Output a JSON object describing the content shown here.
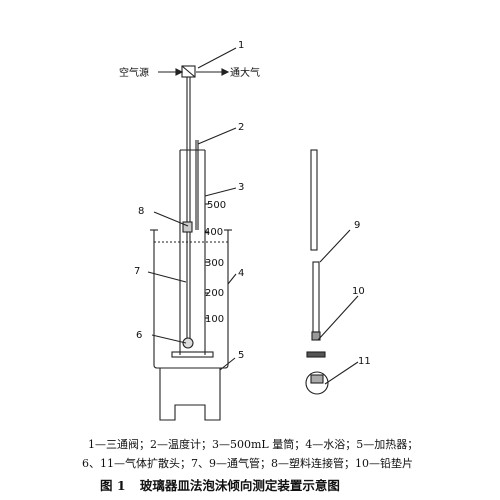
{
  "diagram": {
    "callouts": [
      "1",
      "2",
      "3",
      "4",
      "5",
      "6",
      "7",
      "8",
      "9",
      "10",
      "11"
    ],
    "scale_marks": [
      "500",
      "400",
      "300",
      "200",
      "100"
    ],
    "left_label": "空气源",
    "right_label": "通大气"
  },
  "legend": {
    "line1": "1—三通阀；2—温度计；3—500mL 量筒；4—水浴；5—加热器；",
    "line2": "6、11—气体扩散头；7、9—通气管；8—塑料连接管；10—铅垫片"
  },
  "caption": {
    "figure_no": "图 1",
    "title": "玻璃器皿法泡沫倾向测定装置示意图"
  }
}
